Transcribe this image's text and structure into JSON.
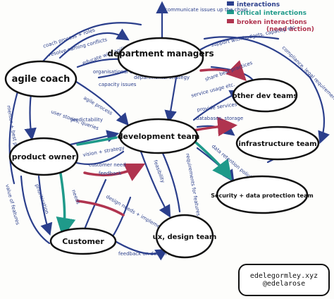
{
  "legend": {
    "items": [
      {
        "label": "interactions",
        "color": "#2b3f8c"
      },
      {
        "label": "critical interactions",
        "color": "#1f9a8a"
      },
      {
        "label": "broken interactions",
        "color": "#b0344f"
      }
    ],
    "note": "(need action)"
  },
  "nodes": {
    "department_managers": "department managers",
    "agile_coach": "agile coach",
    "other_dev_teams": "other dev teams",
    "development_team": "development team",
    "infrastructure_team": "infrastructure team",
    "product_owner": "product owner",
    "security_team": "Security + data protection team",
    "ux_team": "ux, design team",
    "customer": "Customer"
  },
  "edge_labels": {
    "communicate_up": "communicate issues up the chain",
    "coach_process": "coach process + roles",
    "resolve_conflicts": "resolve naming conflicts",
    "support_budgets": "support with budgets, capacity etc.",
    "compliance": "compliance, legal requirements",
    "educate_agility": "educate with agility",
    "org_change": "organisational change",
    "capacity_issues": "capacity issues",
    "departmental_strategy": "departmental strategy",
    "best_practices": "share best practices",
    "service_usage": "service usage etc.",
    "provide_services": "provide services",
    "databases": "databases, storage",
    "agile_process": "agile process",
    "mentor_po": "mentor + best practices",
    "predictability": "predictability",
    "stories": "user stories, queries",
    "vision_strategy": "vision + strategy",
    "prioritization": "prioritization",
    "feedback": "feedback",
    "customer_need": "customer need",
    "needs": "needs",
    "values": "value of features",
    "design_needs": "design needs + implementation",
    "feedback_design": "feedback on design issues",
    "feasibility": "feasibility",
    "requirements": "requirements for features",
    "data_retention": "data retention policies"
  },
  "credit": {
    "site": "edelegormley.xyz",
    "handle": "@edelarose"
  },
  "colors": {
    "interaction": "#2b3f8c",
    "critical": "#1f9a8a",
    "broken": "#b0344f",
    "ink": "#111111"
  }
}
